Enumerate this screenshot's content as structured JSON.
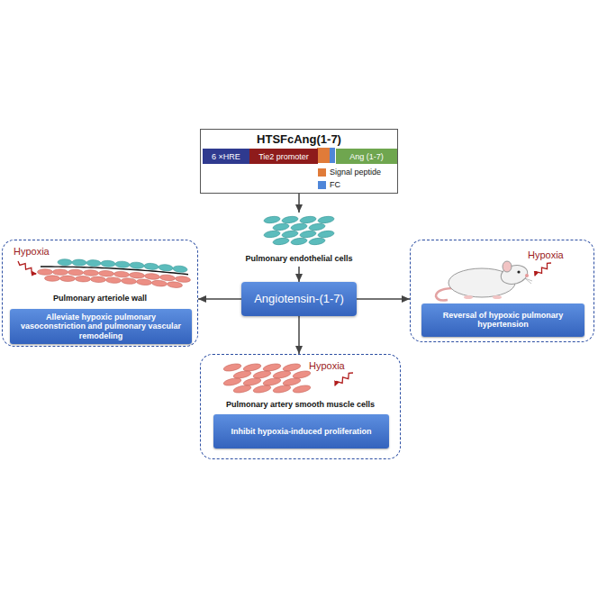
{
  "diagram": {
    "nodes": [
      {
        "text": [
          "HTSFcAng(1-7)"
        ]
      },
      {
        "text": [
          "6 ×HRE"
        ],
        "in": 0
      },
      {
        "text": [
          "Tie2 promoter"
        ],
        "in": 0
      },
      {
        "text": [
          "Ang (1-7)"
        ],
        "in": 0
      },
      {
        "text": [
          "Pulmonary endothelial cells"
        ]
      },
      {
        "text": [
          "Angiotensin-(1-7)"
        ]
      },
      {
        "text": [
          "Hypoxia",
          "Pulmonary arteriole wall"
        ]
      },
      {
        "text": [
          "Alleviate hypoxic pulmonary vasoconstriction and pulmonary vascular remodeling"
        ],
        "in": 6
      },
      {
        "text": [
          "Hypoxia"
        ]
      },
      {
        "text": [
          "Reversal of hypoxic pulmonary hypertension"
        ],
        "in": 8
      },
      {
        "text": [
          "Hypoxia",
          "Pulmonary artery smooth muscle cells"
        ]
      },
      {
        "text": [
          "Inhibit hypoxia-induced proliferation"
        ],
        "in": 10
      }
    ],
    "edges": [
      {
        "from": 0,
        "to": 4,
        "arrow": "to"
      },
      {
        "from": 4,
        "to": 5,
        "arrow": "to"
      },
      {
        "from": 5,
        "to": 6,
        "arrow": "to"
      },
      {
        "from": 5,
        "to": 8,
        "arrow": "to"
      },
      {
        "from": 5,
        "to": 10,
        "arrow": "to"
      }
    ],
    "legend": [
      {
        "text": "Signal peptide",
        "color": "#e07b39"
      },
      {
        "text": "FC",
        "color": "#4f86d9"
      }
    ]
  }
}
